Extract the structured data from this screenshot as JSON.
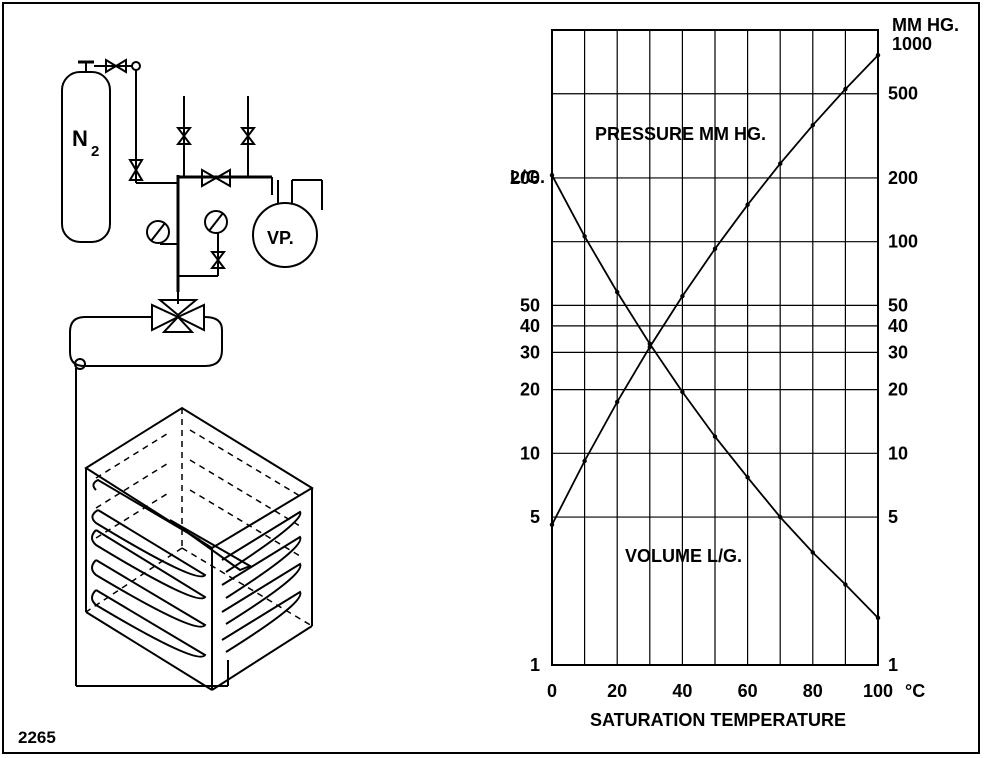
{
  "figure_number": "2265",
  "apparatus": {
    "cylinder_label": "N",
    "cylinder_label_sub": "2",
    "pump_label": "VP."
  },
  "chart_data": {
    "type": "line",
    "xlabel": "SATURATION TEMPERATURE",
    "x_unit": "°C",
    "x_ticks": [
      0,
      20,
      40,
      60,
      80,
      100
    ],
    "xlim": [
      0,
      100
    ],
    "y_left_title": "L/G.",
    "y_left_ticks": [
      1,
      5,
      10,
      20,
      30,
      40,
      50,
      200
    ],
    "y_left_scale": "log",
    "y_right_title": "MM HG.",
    "y_right_ticks": [
      1,
      5,
      10,
      20,
      30,
      40,
      50,
      100,
      200,
      500,
      1000
    ],
    "y_right_scale": "log",
    "ylim": [
      1,
      1000
    ],
    "grid": true,
    "series": [
      {
        "name": "PRESSURE MM HG.",
        "x": [
          0,
          10,
          20,
          30,
          40,
          50,
          60,
          70,
          80,
          90,
          100
        ],
        "values": [
          4.6,
          9.2,
          17.5,
          31.8,
          55.3,
          92.5,
          149.4,
          233.7,
          355.1,
          525.8,
          760
        ]
      },
      {
        "name": "VOLUME L/G.",
        "x": [
          0,
          10,
          20,
          30,
          40,
          50,
          60,
          70,
          80,
          90,
          100
        ],
        "values": [
          206,
          106,
          57.8,
          32.9,
          19.5,
          12.0,
          7.7,
          5.0,
          3.4,
          2.4,
          1.67
        ]
      }
    ]
  }
}
